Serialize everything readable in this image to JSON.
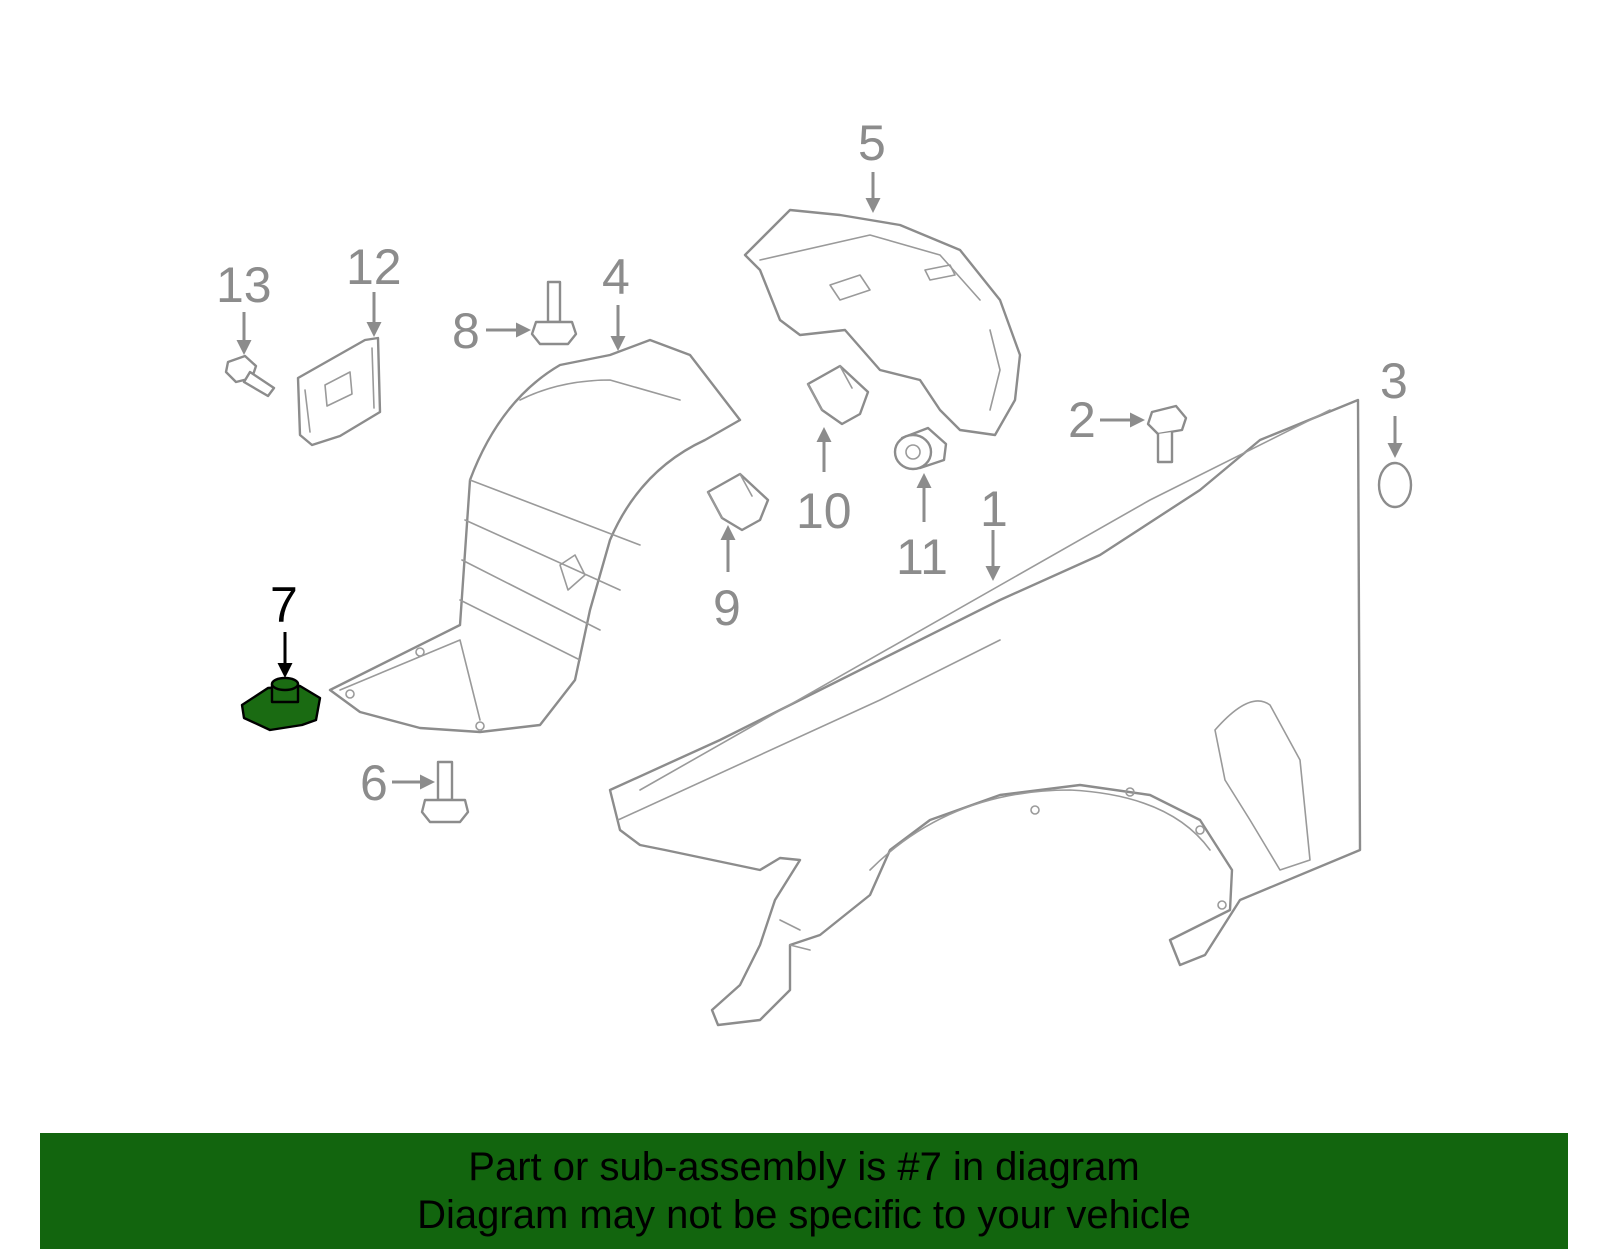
{
  "callouts": {
    "c1": "1",
    "c2": "2",
    "c3": "3",
    "c4": "4",
    "c5": "5",
    "c6": "6",
    "c7": "7",
    "c8": "8",
    "c9": "9",
    "c10": "10",
    "c11": "11",
    "c12": "12",
    "c13": "13"
  },
  "highlight": {
    "part": "7",
    "color": "#1a6b12"
  },
  "banner": {
    "line1": "Part or sub-assembly is #7 in diagram",
    "line2": "Diagram may not be specific to your vehicle",
    "background": "#12650e"
  }
}
